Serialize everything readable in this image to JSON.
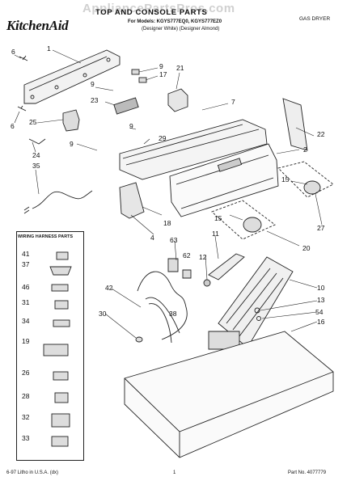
{
  "watermark": "AppliancePartsPros.com",
  "header": {
    "brand": "KitchenAid",
    "title": "TOP AND CONSOLE PARTS",
    "models": "For Models: KGYS777EQ0, KGYS777EZ0",
    "colors": "(Designer White) (Designer Almond)",
    "product": "GAS DRYER"
  },
  "harness_box": {
    "title": "WIRING HARNESS PARTS",
    "callouts": [
      "41",
      "37",
      "46",
      "31",
      "34",
      "19",
      "26",
      "28",
      "32",
      "33"
    ]
  },
  "callouts": [
    "1",
    "6",
    "9",
    "17",
    "21",
    "9",
    "7",
    "23",
    "6",
    "25",
    "9",
    "29",
    "22",
    "24",
    "9",
    "2",
    "35",
    "15",
    "27",
    "18",
    "4",
    "63",
    "62",
    "15",
    "11",
    "20",
    "12",
    "42",
    "10",
    "13",
    "30",
    "38",
    "54",
    "16"
  ],
  "footer": {
    "left": "6-97 Litho in U.S.A. (dx)",
    "center": "1",
    "right": "Part No. 4077779"
  }
}
